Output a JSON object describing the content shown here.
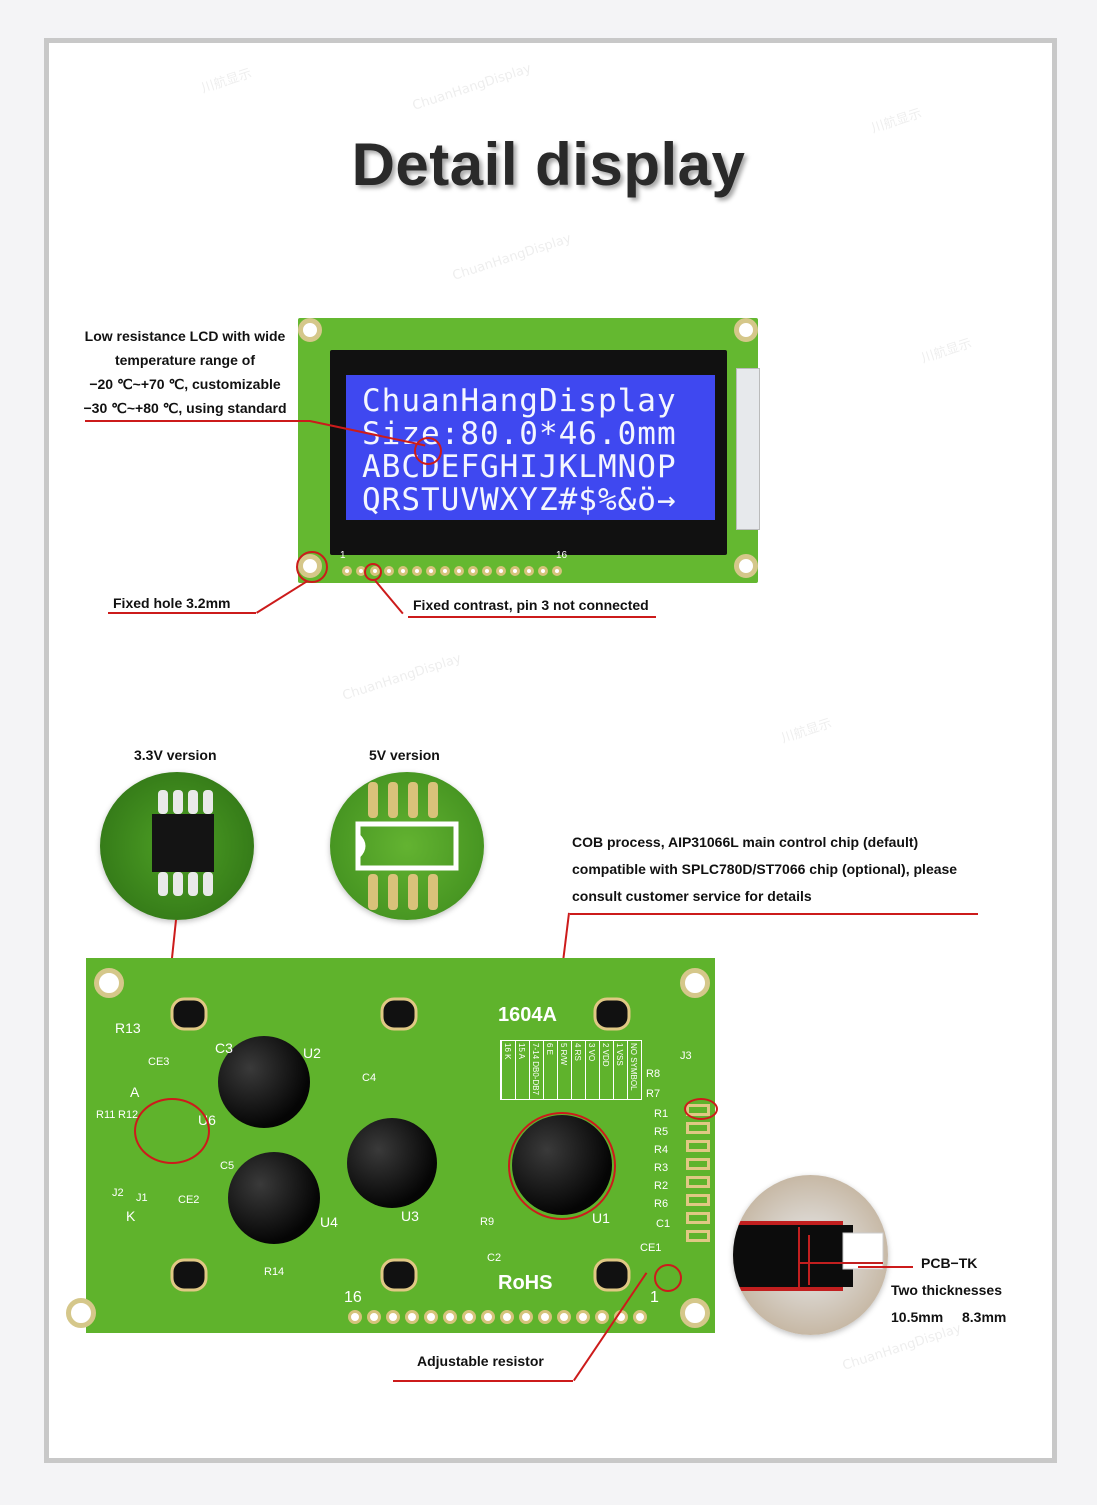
{
  "title": "Detail display",
  "watermark": {
    "cn": "川航显示",
    "en": "ChuanHangDisplay"
  },
  "lcd": {
    "rows": [
      "ChuanHangDisplay",
      "Size:80.0*46.0mm",
      "ABCDEFGHIJKLMNOP",
      "QRSTUVWXYZ#$%&ö→"
    ],
    "pin_first": "1",
    "pin_last": "16",
    "screen_color": "#3f48f0",
    "pcb_color": "#64b830"
  },
  "callouts": {
    "lcd_desc": [
      "Low resistance LCD with wide",
      "temperature range of",
      "−20 ℃~+70 ℃, customizable",
      "−30 ℃~+80 ℃, using standard"
    ],
    "fixed_hole": "Fixed hole 3.2mm",
    "fixed_contrast": "Fixed contrast, pin 3 not connected",
    "version_33": "3.3V version",
    "version_5": "5V version",
    "cob": [
      "COB process, AIP31066L main control chip (default)",
      "compatible with SPLC780D/ST7066 chip (optional), please",
      "consult customer service for details"
    ],
    "pcb_tk": "PCB−TK",
    "two_thickness": "Two thicknesses",
    "thickness_a": "10.5mm",
    "thickness_b": "8.3mm",
    "adjustable_resistor": "Adjustable resistor"
  },
  "pcb_back": {
    "model": "1604A",
    "rohs": "RoHS",
    "pin_left": "16",
    "pin_right": "1",
    "refs": [
      "R13",
      "C3",
      "U2",
      "CE3",
      "A",
      "R11",
      "R12",
      "U6",
      "C4",
      "C5",
      "J2",
      "J1",
      "CE2",
      "K",
      "U4",
      "U3",
      "R9",
      "C2",
      "R14",
      "U1",
      "R8",
      "R7",
      "R1",
      "R5",
      "R4",
      "R3",
      "R2",
      "R6",
      "C1",
      "CE1",
      "J3"
    ],
    "pin_table_header": [
      "NO",
      "1",
      "2",
      "3",
      "4",
      "5",
      "6",
      "7-14",
      "15",
      "16"
    ],
    "pin_table_symbol": [
      "SYMBOL",
      "VSS",
      "VDD",
      "VO",
      "RS",
      "R/W",
      "E",
      "DB0-DB7",
      "A",
      "K"
    ],
    "pcb_color": "#5fb32c",
    "accent": "#cc1b1b"
  }
}
